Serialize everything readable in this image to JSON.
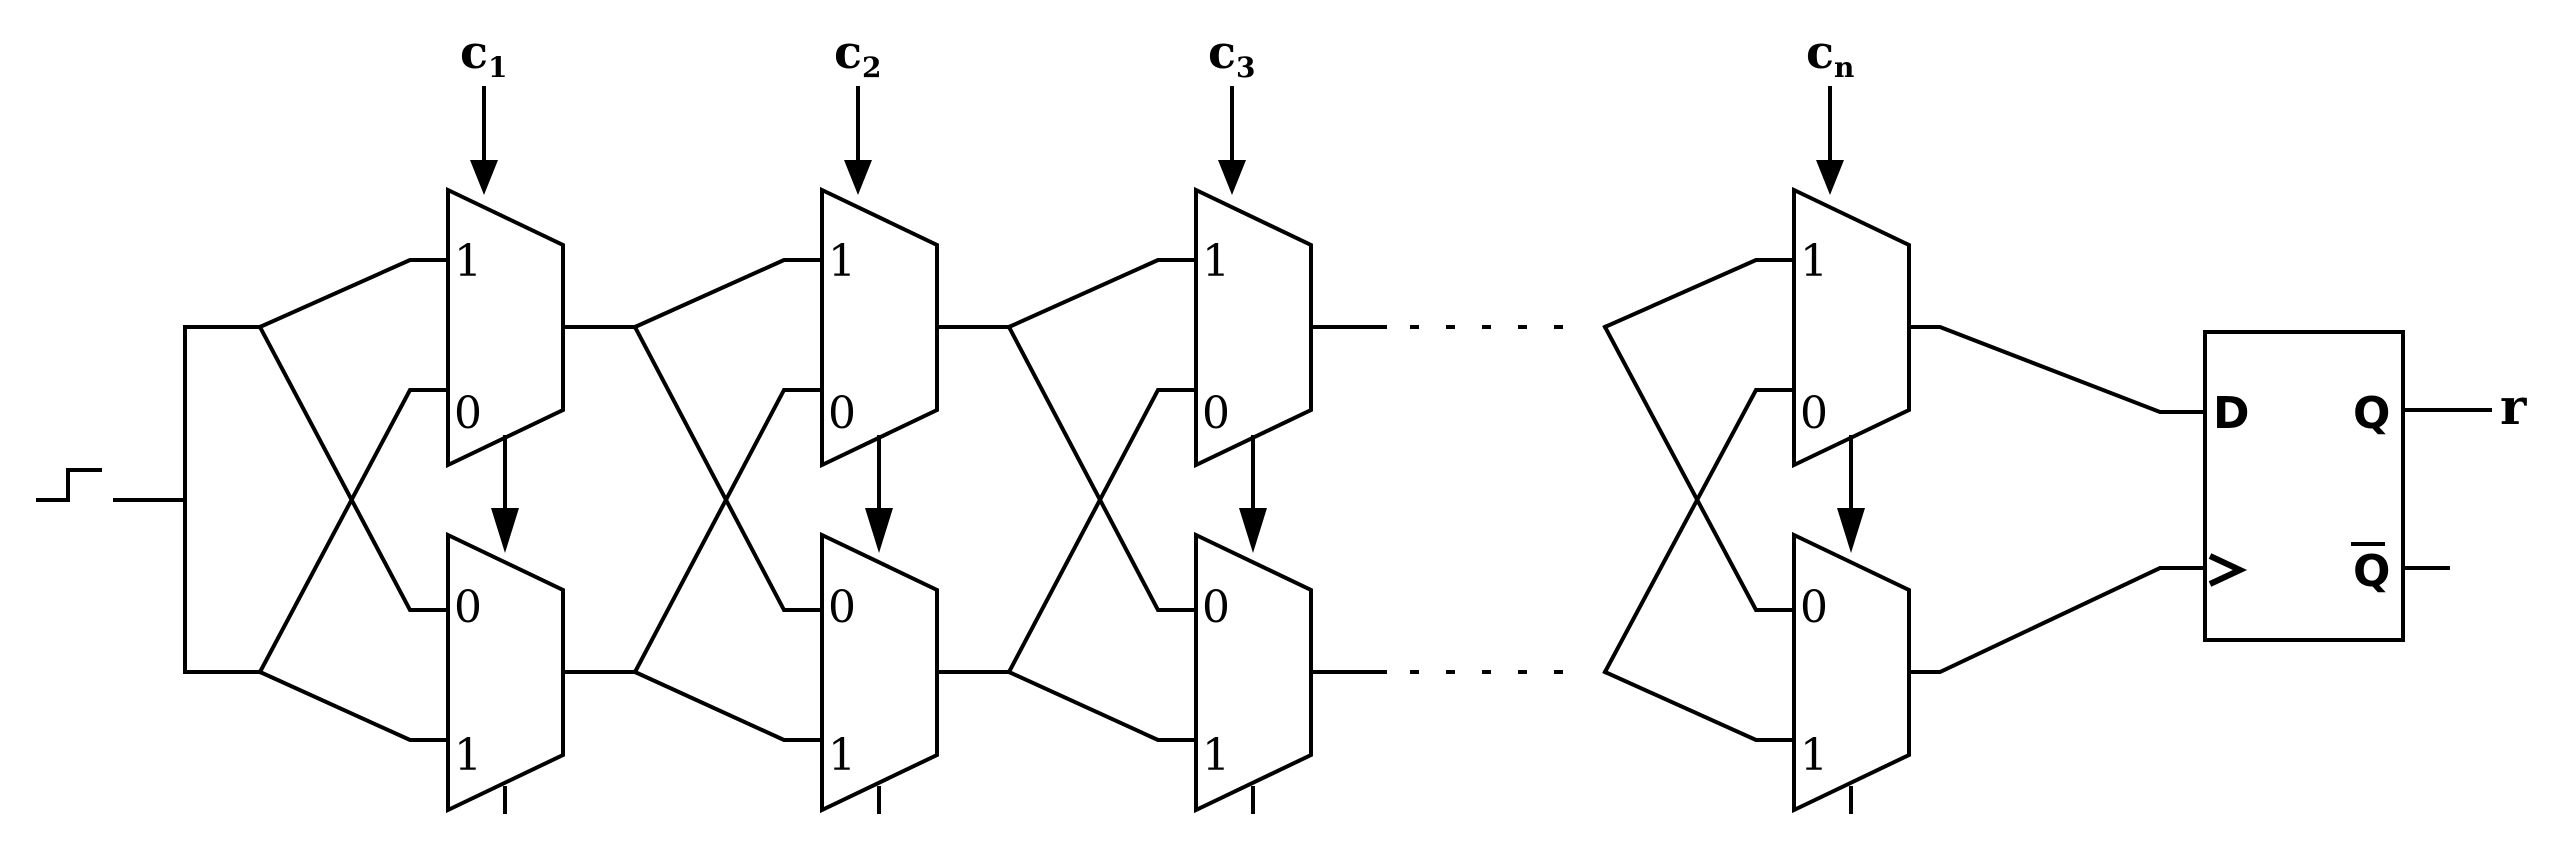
{
  "stages": [
    {
      "select_label": "c",
      "select_subscript": "1",
      "top_in_upper": "1",
      "top_in_lower": "0",
      "bot_in_upper": "0",
      "bot_in_lower": "1"
    },
    {
      "select_label": "c",
      "select_subscript": "2",
      "top_in_upper": "1",
      "top_in_lower": "0",
      "bot_in_upper": "0",
      "bot_in_lower": "1"
    },
    {
      "select_label": "c",
      "select_subscript": "3",
      "top_in_upper": "1",
      "top_in_lower": "0",
      "bot_in_upper": "0",
      "bot_in_lower": "1"
    },
    {
      "select_label": "c",
      "select_subscript": "n",
      "top_in_upper": "1",
      "top_in_lower": "0",
      "bot_in_upper": "0",
      "bot_in_lower": "1"
    }
  ],
  "flip_flop": {
    "d_label": "D",
    "q_label": "Q",
    "qbar_label": "Q"
  },
  "output_label": "r"
}
